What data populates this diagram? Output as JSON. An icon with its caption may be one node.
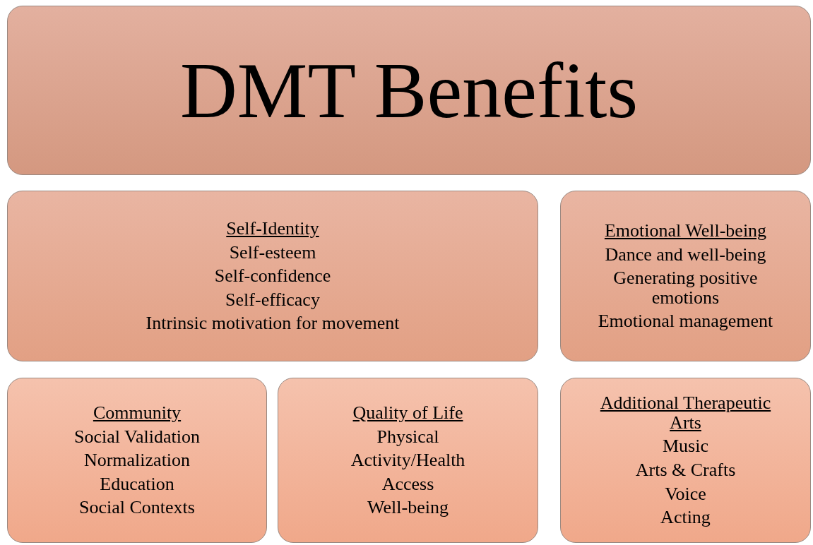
{
  "diagram": {
    "nodes": [
      {
        "text": [
          "DMT Benefits"
        ]
      },
      {
        "text": [
          "Self-Identity",
          "Self-esteem",
          "Self-confidence",
          "Self-efficacy",
          "Intrinsic motivation for movement"
        ]
      },
      {
        "text": [
          "Emotional Well-being",
          "Dance and well-being",
          "Generating positive emotions",
          "Emotional management"
        ]
      },
      {
        "text": [
          "Community",
          "Social Validation",
          "Normalization",
          "Education",
          "Social Contexts"
        ]
      },
      {
        "text": [
          "Quality of Life",
          "Physical",
          "Activity/Health",
          "Access",
          "Well-being"
        ]
      },
      {
        "text": [
          "Additional Therapeutic Arts",
          "Music",
          "Arts & Crafts",
          "Voice",
          "Acting"
        ]
      }
    ]
  }
}
